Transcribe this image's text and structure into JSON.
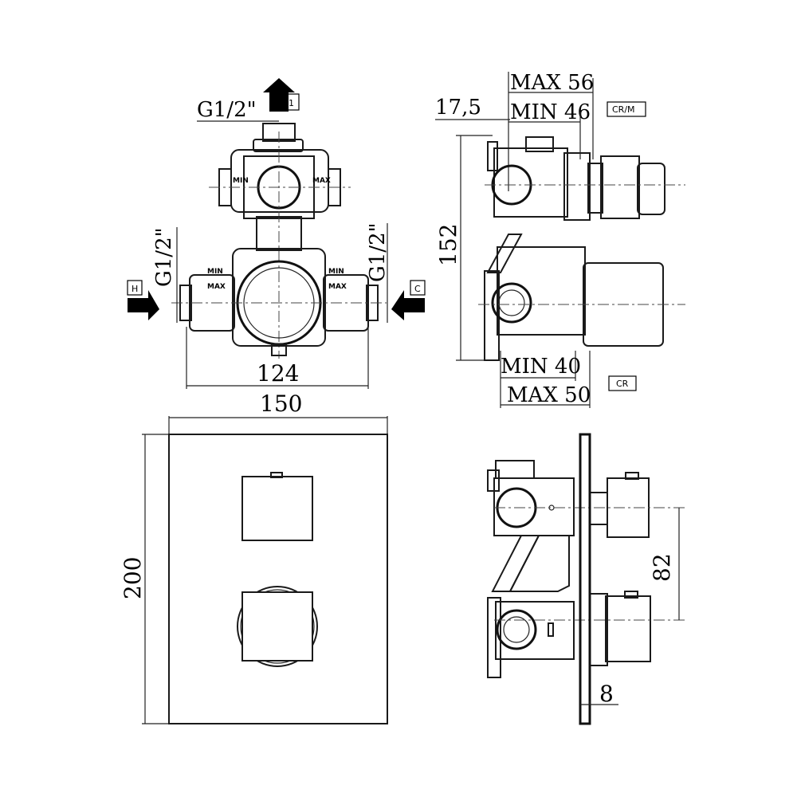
{
  "labels": {
    "top_inlet_thread": "G1/2\"",
    "left_inlet_thread": "G1/2\"",
    "right_inlet_thread": "G1/2\"",
    "outlet_number": "1",
    "hot_tag": "H",
    "cold_tag": "C",
    "cr_m_tag": "CR/M",
    "cr_tag": "CR",
    "min_mark": "MIN",
    "max_mark": "MAX"
  },
  "dimensions": {
    "body_width": "124",
    "plate_width": "150",
    "plate_height": "200",
    "side_height": "152",
    "offset_17_5": "17,5",
    "max_56": "MAX 56",
    "min_46": "MIN 46",
    "min_40": "MIN 40",
    "max_50": "MAX 50",
    "axis_spacing": "82",
    "plate_thickness": "8"
  }
}
